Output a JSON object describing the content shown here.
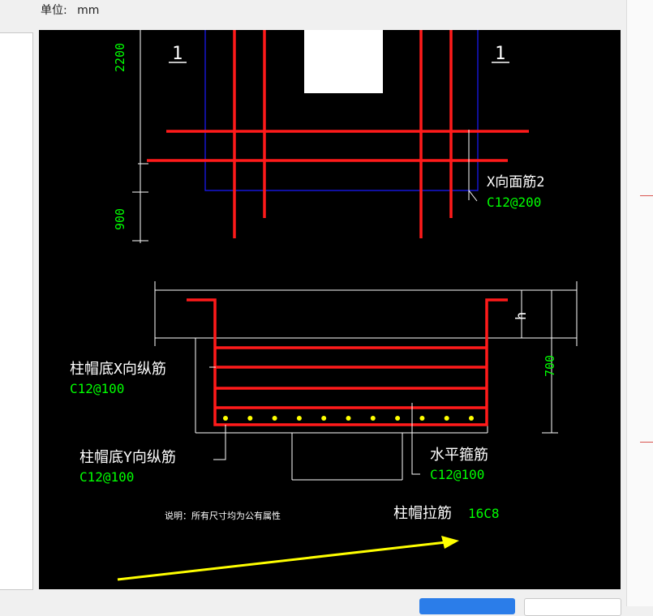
{
  "header": {
    "unit_label": "单位:",
    "unit_value": "mm"
  },
  "drawing": {
    "section_left": "1",
    "section_right": "1",
    "dim_top": "2200",
    "dim_mid": "900",
    "dim_right": "700",
    "dim_h": "h",
    "x_face_bar_label": "X向面筋2",
    "x_face_bar_spec": "C12@200",
    "cap_bottom_x_label": "柱帽底X向纵筋",
    "cap_bottom_x_spec": "C12@100",
    "cap_bottom_y_label": "柱帽底Y向纵筋",
    "cap_bottom_y_spec": "C12@100",
    "stirrup_label": "水平箍筋",
    "stirrup_spec": "C12@100",
    "tie_bar_label": "柱帽拉筋",
    "tie_bar_spec": "16C8",
    "note": "说明：所有尺寸均为公有属性"
  },
  "colors": {
    "rebar": "#ff1a1a",
    "dimension_text": "#00ff00",
    "label_text": "#ffffff",
    "outline": "#1a1aff",
    "dots": "#ffff00",
    "arrow": "#ffff00"
  }
}
